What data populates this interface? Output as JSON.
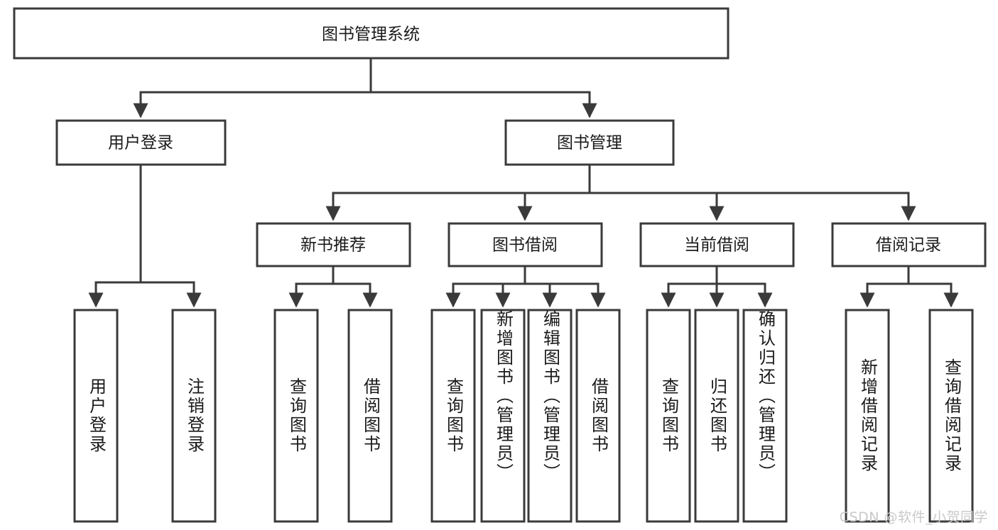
{
  "diagram": {
    "title": "图书管理系统",
    "watermark": "CSDN @软件_小贺同学",
    "colors": {
      "stroke": "#3a3a3a",
      "background": "#ffffff",
      "text": "#1a1a1a",
      "watermark": "#c9c9c9"
    },
    "levels": {
      "root": {
        "label": "图书管理系统"
      },
      "level1": [
        {
          "label": "用户登录"
        },
        {
          "label": "图书管理"
        }
      ],
      "level2": [
        {
          "label": "新书推荐"
        },
        {
          "label": "图书借阅"
        },
        {
          "label": "当前借阅"
        },
        {
          "label": "借阅记录"
        }
      ],
      "leaves": [
        {
          "label": "用户登录",
          "parent": "用户登录"
        },
        {
          "label": "注销登录",
          "parent": "用户登录"
        },
        {
          "label": "查询图书",
          "parent": "新书推荐"
        },
        {
          "label": "借阅图书",
          "parent": "新书推荐"
        },
        {
          "label": "查询图书",
          "parent": "图书借阅"
        },
        {
          "label": "新增图书（管理员）",
          "parent": "图书借阅"
        },
        {
          "label": "编辑图书（管理员）",
          "parent": "图书借阅"
        },
        {
          "label": "借阅图书",
          "parent": "图书借阅"
        },
        {
          "label": "查询图书",
          "parent": "当前借阅"
        },
        {
          "label": "归还图书",
          "parent": "当前借阅"
        },
        {
          "label": "确认归还（管理员）",
          "parent": "当前借阅"
        },
        {
          "label": "新增借阅记录",
          "parent": "借阅记录"
        },
        {
          "label": "查询借阅记录",
          "parent": "借阅记录"
        }
      ]
    }
  }
}
